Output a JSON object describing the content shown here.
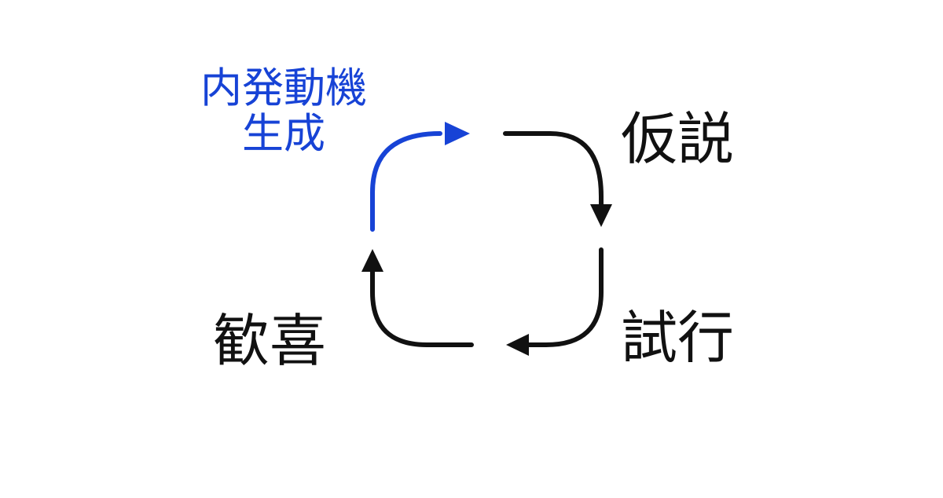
{
  "diagram": {
    "colors": {
      "accent": "#1743d6",
      "arrow": "#111111",
      "background": "#ffffff"
    },
    "labels": {
      "origin_line1": "内発動機",
      "origin_line2": "生成",
      "hypothesis": "仮説",
      "trial": "試行",
      "joy": "歓喜"
    },
    "arrows": [
      {
        "from": "origin",
        "to": "hypothesis",
        "color": "accent"
      },
      {
        "from": "hypothesis",
        "to": "trial",
        "color": "arrow"
      },
      {
        "from": "trial",
        "to": "joy",
        "color": "arrow"
      },
      {
        "from": "joy",
        "to": "origin",
        "color": "arrow"
      }
    ]
  }
}
